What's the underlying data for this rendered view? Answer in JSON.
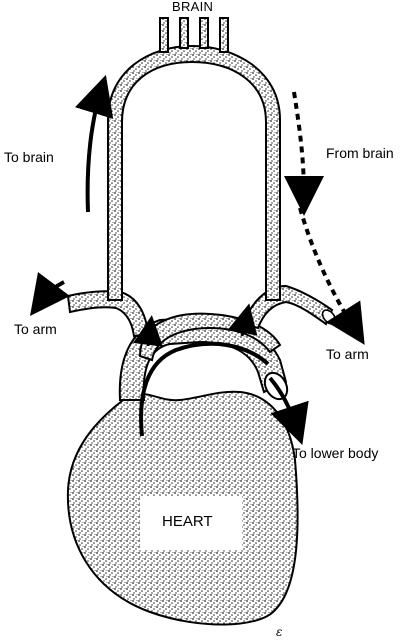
{
  "labels": {
    "brain": "BRAIN",
    "to_brain": "To brain",
    "from_brain": "From brain",
    "to_arm_left": "To arm",
    "to_arm_right": "To arm",
    "to_lower_body": "To lower body",
    "heart": "HEART",
    "signature": "ε"
  },
  "colors": {
    "stipple": "#2a2a2a",
    "outline": "#000000",
    "background": "#ffffff"
  }
}
